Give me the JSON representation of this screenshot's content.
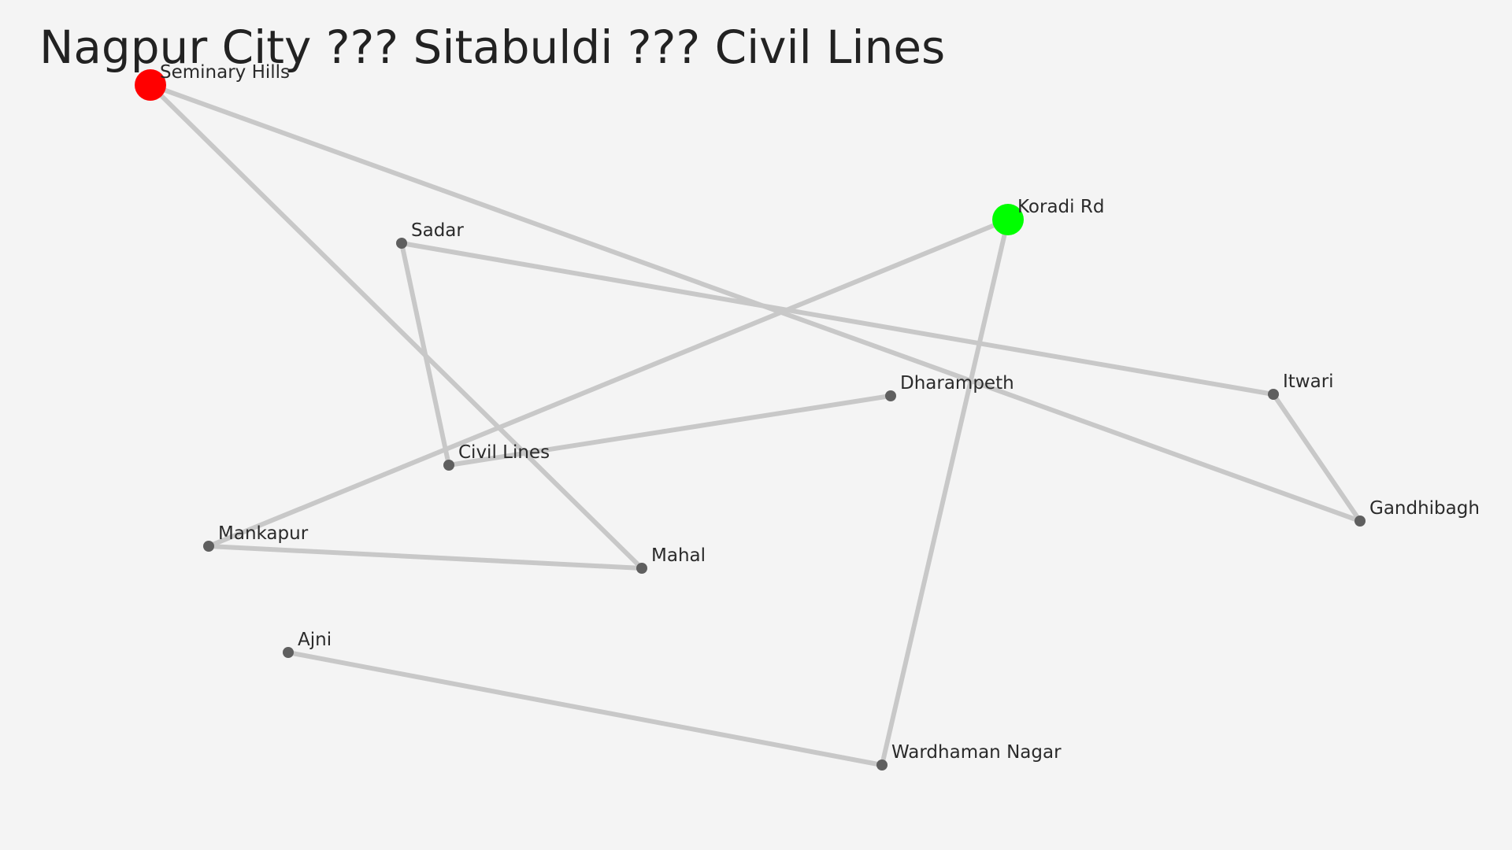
{
  "map": {
    "title": "Nagpur City ??? Sitabuldi ??? Civil Lines",
    "background_color": "#f4f4f4",
    "edge_color": "#c8c8c8",
    "node_color": "#5f5f5f",
    "start_color": "#ff0000",
    "end_color": "#00ff00",
    "nodes": [
      {
        "id": "seminary_hills",
        "label": "Seminary Hills",
        "role": "start"
      },
      {
        "id": "koradi_rd",
        "label": "Koradi Rd",
        "role": "end"
      },
      {
        "id": "sadar",
        "label": "Sadar",
        "role": "stop"
      },
      {
        "id": "dharampeth",
        "label": "Dharampeth",
        "role": "stop"
      },
      {
        "id": "itwari",
        "label": "Itwari",
        "role": "stop"
      },
      {
        "id": "civil_lines",
        "label": "Civil Lines",
        "role": "stop"
      },
      {
        "id": "gandhibagh",
        "label": "Gandhibagh",
        "role": "stop"
      },
      {
        "id": "mankapur",
        "label": "Mankapur",
        "role": "stop"
      },
      {
        "id": "mahal",
        "label": "Mahal",
        "role": "stop"
      },
      {
        "id": "ajni",
        "label": "Ajni",
        "role": "stop"
      },
      {
        "id": "wardhaman_nagar",
        "label": "Wardhaman Nagar",
        "role": "stop"
      }
    ],
    "edges": [
      [
        "seminary_hills",
        "gandhibagh"
      ],
      [
        "seminary_hills",
        "mahal"
      ],
      [
        "gandhibagh",
        "itwari"
      ],
      [
        "itwari",
        "sadar"
      ],
      [
        "sadar",
        "civil_lines"
      ],
      [
        "civil_lines",
        "dharampeth"
      ],
      [
        "mankapur",
        "mahal"
      ],
      [
        "mankapur",
        "koradi_rd"
      ],
      [
        "koradi_rd",
        "wardhaman_nagar"
      ],
      [
        "wardhaman_nagar",
        "ajni"
      ]
    ]
  }
}
